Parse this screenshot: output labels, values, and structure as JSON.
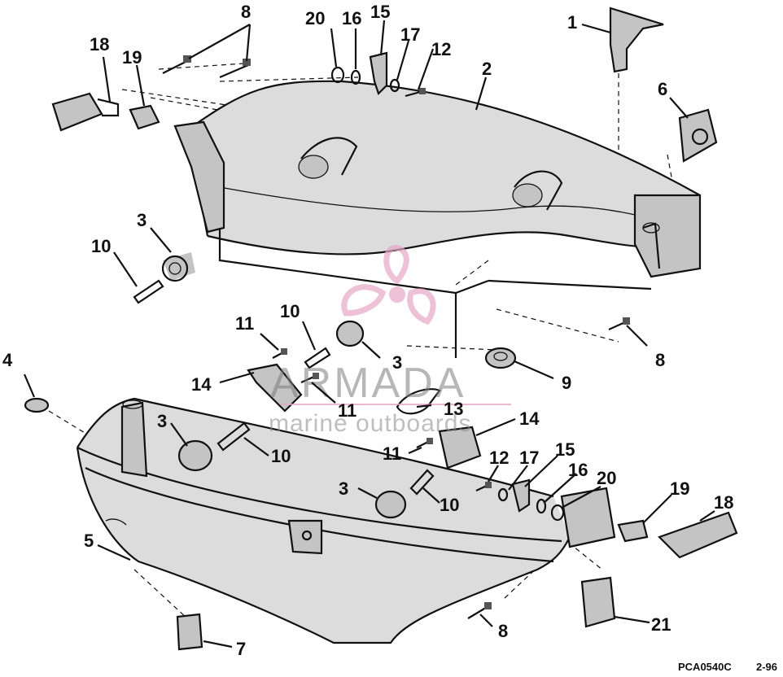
{
  "diagram": {
    "figure_code": "PCA0540C",
    "revision": "2-96",
    "watermark": {
      "brand": "ARMADA",
      "tagline": "marine outboards",
      "color": "#e8a7c6"
    },
    "callouts": {
      "c1": "1",
      "c2": "2",
      "c3a": "3",
      "c3b": "3",
      "c3c": "3",
      "c3d": "3",
      "c4": "4",
      "c5": "5",
      "c6": "6",
      "c7": "7",
      "c8a": "8",
      "c8b": "8",
      "c8c": "8",
      "c9": "9",
      "c10a": "10",
      "c10b": "10",
      "c10c": "10",
      "c10d": "10",
      "c11a": "11",
      "c11b": "11",
      "c11c": "11",
      "c12a": "12",
      "c12b": "12",
      "c13": "13",
      "c14a": "14",
      "c14b": "14",
      "c15a": "15",
      "c15b": "15",
      "c16a": "16",
      "c16b": "16",
      "c17a": "17",
      "c17b": "17",
      "c18a": "18",
      "c18b": "18",
      "c19a": "19",
      "c19b": "19",
      "c20a": "20",
      "c20b": "20",
      "c21": "21"
    }
  }
}
